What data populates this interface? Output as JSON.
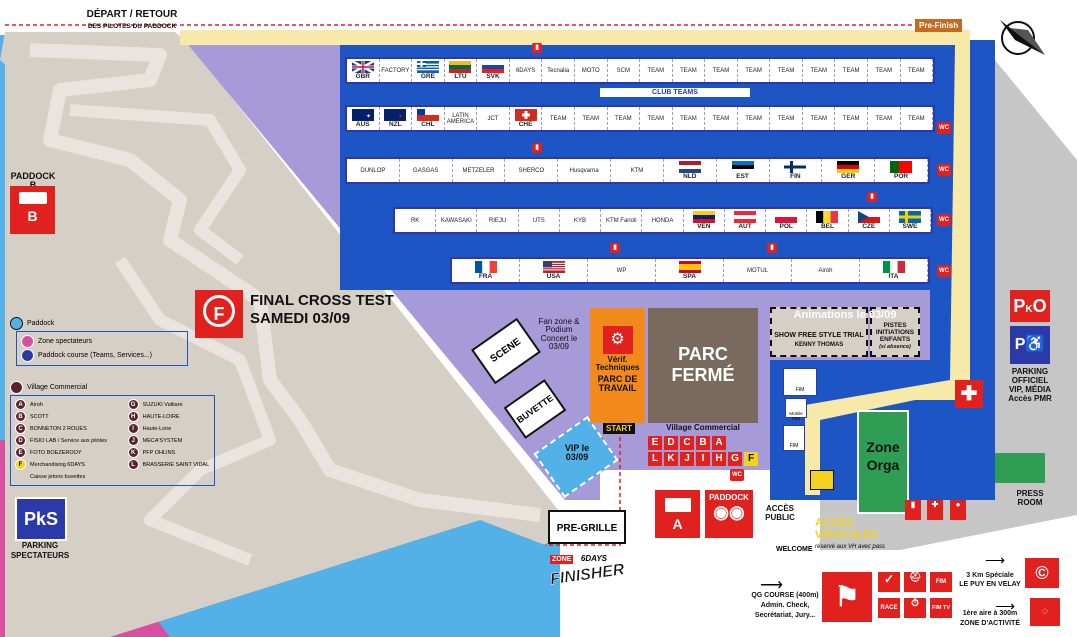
{
  "header": {
    "depart_retour": "DÉPART / RETOUR",
    "depart_retour_sub": "DES PILOTES DU PADDOCK",
    "pre_finish": "Pre-Finish"
  },
  "paddock_b": {
    "title": "PADDOCK B",
    "letter": "B"
  },
  "final_cross": {
    "letter": "F",
    "line1": "FINAL CROSS TEST",
    "line2": "SAMEDI 03/09"
  },
  "legend": {
    "paddock": "Paddock",
    "zone_spectateurs": "Zone spectateurs",
    "paddock_course": "Paddock course (Teams, Services...)",
    "village_title": "Village Commercial",
    "left_items": [
      {
        "letter": "A",
        "text": "Airoh"
      },
      {
        "letter": "B",
        "text": "SCOTT"
      },
      {
        "letter": "C",
        "text": "BONNETON 2 ROUES"
      },
      {
        "letter": "D",
        "text": "FISIO LAB / Service aux pilotes"
      },
      {
        "letter": "E",
        "text": "FOTO BOEZEROOY"
      },
      {
        "letter": "F",
        "text": "Merchandising 6DAYS"
      },
      {
        "letter": "",
        "text": "Caisse jetons buvettes"
      }
    ],
    "right_items": [
      {
        "letter": "G",
        "text": "SUZUKI Valtiare"
      },
      {
        "letter": "H",
        "text": "HAUTE-LOIRE"
      },
      {
        "letter": "I",
        "text": "Haute-Loire"
      },
      {
        "letter": "J",
        "text": "MECA'SYSTEM"
      },
      {
        "letter": "K",
        "text": "PFP OHLINS"
      },
      {
        "letter": "L",
        "text": "BRASSERIE SAINT VIDAL"
      }
    ]
  },
  "parking_spectateurs": {
    "logo": "PkS",
    "line1": "PARKING",
    "line2": "SPECTATEURS"
  },
  "club_teams": "CLUB TEAMS",
  "rows": {
    "row1": [
      {
        "code": "GBR",
        "flag": "gbr"
      },
      {
        "code": "",
        "text": "FACTORY"
      },
      {
        "code": "GRE",
        "flag": "gre"
      },
      {
        "code": "LTU",
        "flag": "ltu"
      },
      {
        "code": "SVK",
        "flag": "svk"
      },
      {
        "code": "",
        "text": "6DAYS"
      },
      {
        "code": "",
        "text": "Tecnalia"
      },
      {
        "code": "",
        "text": "MOTO"
      },
      {
        "code": "",
        "text": "SCM"
      },
      {
        "code": "",
        "text": "TEAM"
      },
      {
        "code": "",
        "text": "TEAM"
      },
      {
        "code": "",
        "text": "TEAM"
      },
      {
        "code": "",
        "text": "TEAM"
      },
      {
        "code": "",
        "text": "TEAM"
      },
      {
        "code": "",
        "text": "TEAM"
      },
      {
        "code": "",
        "text": "TEAM"
      },
      {
        "code": "",
        "text": "TEAM"
      },
      {
        "code": "",
        "text": "TEAM"
      }
    ],
    "row2": [
      {
        "code": "AUS",
        "flag": "aus"
      },
      {
        "code": "NZL",
        "flag": "nzl"
      },
      {
        "code": "CHL",
        "flag": "chl"
      },
      {
        "code": "",
        "text": "LATIN AMERICA"
      },
      {
        "code": "",
        "text": "JCT"
      },
      {
        "code": "CHE",
        "flag": "che"
      },
      {
        "code": "",
        "text": "TEAM"
      },
      {
        "code": "",
        "text": "TEAM"
      },
      {
        "code": "",
        "text": "TEAM"
      },
      {
        "code": "",
        "text": "TEAM"
      },
      {
        "code": "",
        "text": "TEAM"
      },
      {
        "code": "",
        "text": "TEAM"
      },
      {
        "code": "",
        "text": "TEAM"
      },
      {
        "code": "",
        "text": "TEAM"
      },
      {
        "code": "",
        "text": "TEAM"
      },
      {
        "code": "",
        "text": "TEAM"
      },
      {
        "code": "",
        "text": "TEAM"
      },
      {
        "code": "",
        "text": "TEAM"
      }
    ],
    "row3": [
      {
        "code": "",
        "text": "DUNLOP"
      },
      {
        "code": "",
        "text": "GASGAS"
      },
      {
        "code": "",
        "text": "METZELER"
      },
      {
        "code": "",
        "text": "SHERCO"
      },
      {
        "code": "",
        "text": "Husqvarna"
      },
      {
        "code": "",
        "text": "KTM"
      },
      {
        "code": "NLD",
        "flag": "nld"
      },
      {
        "code": "EST",
        "flag": "est"
      },
      {
        "code": "FIN",
        "flag": "fin"
      },
      {
        "code": "GER",
        "flag": "ger"
      },
      {
        "code": "POR",
        "flag": "por"
      }
    ],
    "row4": [
      {
        "code": "",
        "text": "RK"
      },
      {
        "code": "",
        "text": "KAWASAKI"
      },
      {
        "code": "",
        "text": "RIEJU"
      },
      {
        "code": "",
        "text": "UTS"
      },
      {
        "code": "",
        "text": "KYB"
      },
      {
        "code": "",
        "text": "KTM Farioli"
      },
      {
        "code": "",
        "text": "HONDA"
      },
      {
        "code": "VEN",
        "flag": "ven"
      },
      {
        "code": "AUT",
        "flag": "aut"
      },
      {
        "code": "POL",
        "flag": "pol"
      },
      {
        "code": "BEL",
        "flag": "bel"
      },
      {
        "code": "CZE",
        "flag": "cze"
      },
      {
        "code": "SWE",
        "flag": "swe"
      }
    ],
    "row5": [
      {
        "code": "FRA",
        "flag": "fra"
      },
      {
        "code": "USA",
        "flag": "usa"
      },
      {
        "code": "",
        "text": "WP"
      },
      {
        "code": "SPA",
        "flag": "spa"
      },
      {
        "code": "",
        "text": "MOTUL"
      },
      {
        "code": "",
        "text": "Airoh"
      },
      {
        "code": "ITA",
        "flag": "ita"
      }
    ]
  },
  "wc": "WC",
  "fan_zone": "Fan zone & Podium Concert le 03/09",
  "scene": "SCENE",
  "buvette": "BUVETTE",
  "vip": "VIP le 03/09",
  "verif": {
    "line1": "Vérif.",
    "line2": "Techniques",
    "line3": "PARC DE",
    "line4": "TRAVAIL"
  },
  "start": "START",
  "parc_ferme": {
    "line1": "PARC",
    "line2": "FERMÉ"
  },
  "animations": {
    "title": "Animations le 03/09",
    "show_line1": "SHOW FREE STYLE TRIAL",
    "show_line2": "KENNY THOMAS",
    "pistes_line1": "PISTES",
    "pistes_line2": "INITIATIONS",
    "pistes_line3": "ENFANTS",
    "pistes_line4": "(si absence)"
  },
  "village_commercial": "Village Commercial",
  "village_letters_top": [
    "E",
    "D",
    "C",
    "B",
    "A"
  ],
  "village_letters_bottom": [
    "L",
    "K",
    "J",
    "I",
    "H",
    "G",
    "F"
  ],
  "zone_orga": {
    "line1": "Zone",
    "line2": "Orga"
  },
  "pre_grille": "PRE-GRILLE",
  "finisher": {
    "zone": "ZONE",
    "logo": "6DAYS",
    "word": "FINISHER"
  },
  "paddock_a": {
    "letter": "A",
    "label": "PADDOCK"
  },
  "acces_public": {
    "line1": "ACCÈS",
    "line2": "PUBLIC"
  },
  "acces_vehicules": {
    "line1": "ACCÈS",
    "line2": "VÉHICULES",
    "sub": "réservé aux VH avec pass"
  },
  "welcome": "WELCOME",
  "parking_officiel": {
    "line1": "PARKING",
    "line2": "OFFICIEL",
    "line3": "VIP, MÉDIA",
    "line4": "Accès PMR"
  },
  "press_room": {
    "line1": "PRESS",
    "line2": "ROOM"
  },
  "qg_course": {
    "line1": "QG COURSE (400m)",
    "line2": "Admin. Check,",
    "line3": "Secrétariat, Jury..."
  },
  "speciale": {
    "line1": "3 Km Spéciale",
    "line2": "LE PUY EN VELAY"
  },
  "zone_activite": {
    "line1": "1ère aire à 300m",
    "line2": "ZONE D'ACTIVITÉ"
  },
  "hq_icons": [
    "RACE",
    "FIM",
    "FIM TV"
  ],
  "small_labels": [
    "FIM",
    "Mobile FIM",
    "FIM"
  ],
  "colors": {
    "track": "#d6cfc5",
    "paddock_blue": "#1d55c4",
    "sky_blue": "#53b1e8",
    "lavender": "#a79ad8",
    "yellow_road": "#f7e9a8",
    "red": "#e0211e",
    "green": "#2f9e54",
    "pink": "#d94fa0",
    "gray": "#c6c6c6",
    "brown": "#7a6a5e"
  }
}
